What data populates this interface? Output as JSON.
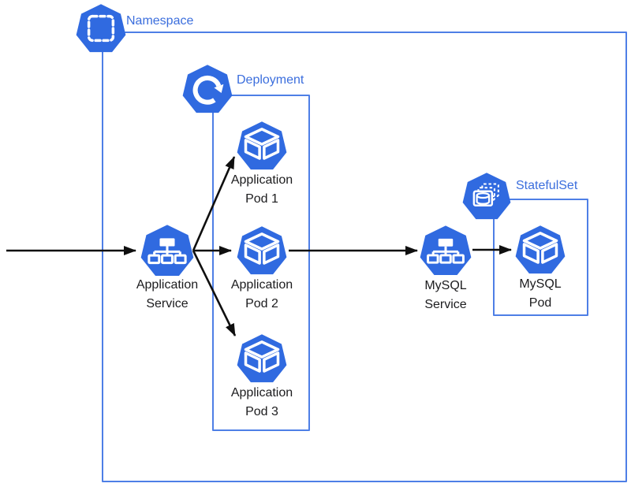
{
  "diagram": {
    "kind": "kubernetes-architecture",
    "background": "#ffffff"
  },
  "colors": {
    "icon_blue": "#306AE0",
    "box_border_blue": "#4E7FE6",
    "group_label_blue": "#3B6EDD",
    "node_label_dark": "#1C1C1E",
    "arrow_black": "#0F0F0F"
  },
  "groups": {
    "namespace": {
      "label": "Namespace",
      "icon": "namespace-icon"
    },
    "deployment": {
      "label": "Deployment",
      "icon": "deployment-icon"
    },
    "statefulset": {
      "label": "StatefulSet",
      "icon": "statefulset-icon"
    }
  },
  "nodes": {
    "app_service": {
      "line1": "Application",
      "line2": "Service",
      "icon": "service-icon"
    },
    "app_pod_1": {
      "line1": "Application",
      "line2": "Pod 1",
      "icon": "pod-icon"
    },
    "app_pod_2": {
      "line1": "Application",
      "line2": "Pod 2",
      "icon": "pod-icon"
    },
    "app_pod_3": {
      "line1": "Application",
      "line2": "Pod 3",
      "icon": "pod-icon"
    },
    "mysql_service": {
      "line1": "MySQL",
      "line2": "Service",
      "icon": "service-icon"
    },
    "mysql_pod": {
      "line1": "MySQL",
      "line2": "Pod",
      "icon": "pod-icon"
    }
  },
  "edges": [
    {
      "from": "external",
      "to": "app_service"
    },
    {
      "from": "app_service",
      "to": "app_pod_1"
    },
    {
      "from": "app_service",
      "to": "app_pod_2"
    },
    {
      "from": "app_service",
      "to": "app_pod_3"
    },
    {
      "from": "app_pod_2",
      "to": "mysql_service"
    },
    {
      "from": "mysql_service",
      "to": "mysql_pod"
    }
  ]
}
